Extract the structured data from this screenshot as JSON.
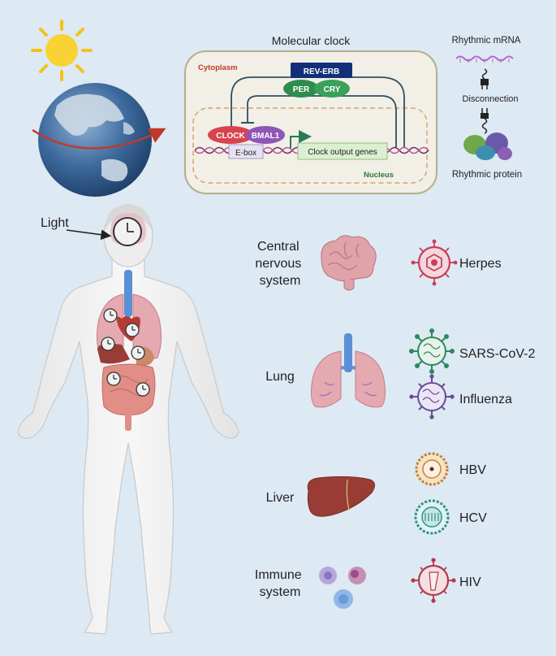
{
  "clock": {
    "title": "Molecular clock",
    "cytoplasm": "Cytoplasm",
    "nucleus": "Nucleus",
    "rev_erb": "REV-ERB",
    "per": "PER",
    "cry": "CRY",
    "clock": "CLOCK",
    "bmal1": "BMAL1",
    "ebox": "E-box",
    "output": "Clock output genes"
  },
  "legend": {
    "mrna": "Rhythmic mRNA",
    "disconnection": "Disconnection",
    "protein": "Rhythmic protein"
  },
  "body": {
    "light": "Light"
  },
  "organs": {
    "cns": [
      "Central",
      "nervous",
      "system"
    ],
    "lung": "Lung",
    "liver": "Liver",
    "immune": [
      "Immune",
      "system"
    ]
  },
  "viruses": {
    "herpes": "Herpes",
    "sars": "SARS-CoV-2",
    "influenza": "Influenza",
    "hbv": "HBV",
    "hcv": "HCV",
    "hiv": "HIV"
  },
  "colors": {
    "background": "#dde9f3",
    "rev_erb": "#12307a",
    "per_cry": "#2e8c4e",
    "clock": "#d7444f",
    "bmal1": "#8f56b8",
    "herpes": "#c93e5a",
    "sars": "#2d8a5c",
    "influenza": "#6a4a9c",
    "hbv": "#c7822e",
    "hcv": "#2f8f8a",
    "hiv": "#b33a4a"
  }
}
